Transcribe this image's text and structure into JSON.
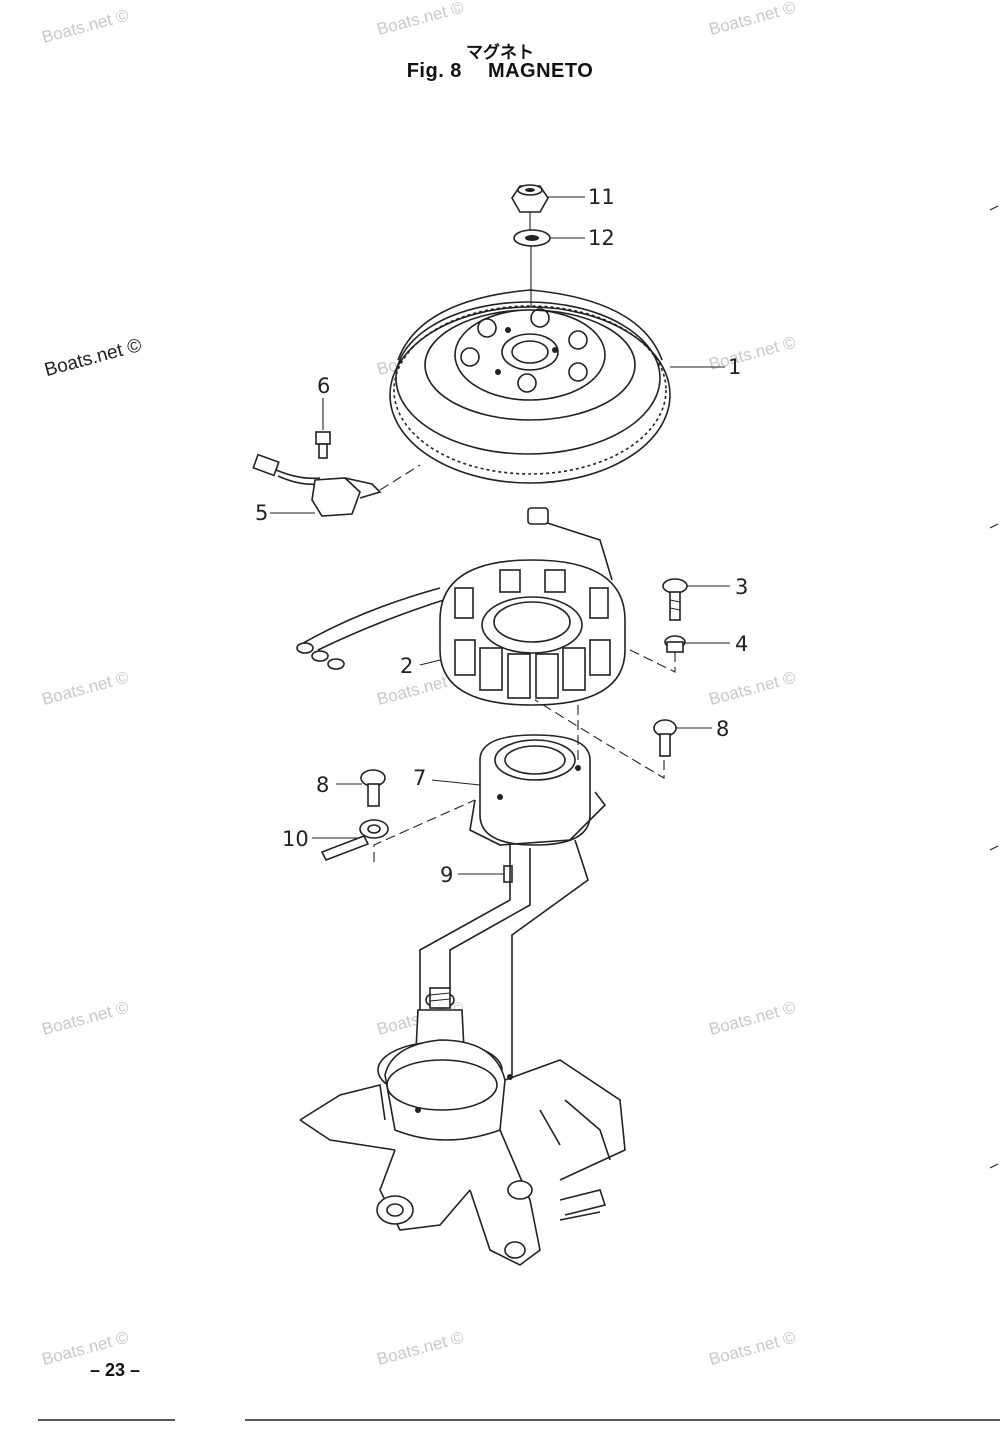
{
  "title": {
    "jp": "マグネト",
    "fig": "Fig. 8",
    "name": "MAGNETO"
  },
  "watermark": "Boats.net ©",
  "part_labels": {
    "p1": "1",
    "p2": "2",
    "p3": "3",
    "p4": "4",
    "p5": "5",
    "p6": "6",
    "p7": "7",
    "p8a": "8",
    "p8b": "8",
    "p9": "9",
    "p10": "10",
    "p11": "11",
    "p12": "12"
  },
  "page_number": "– 23 –"
}
